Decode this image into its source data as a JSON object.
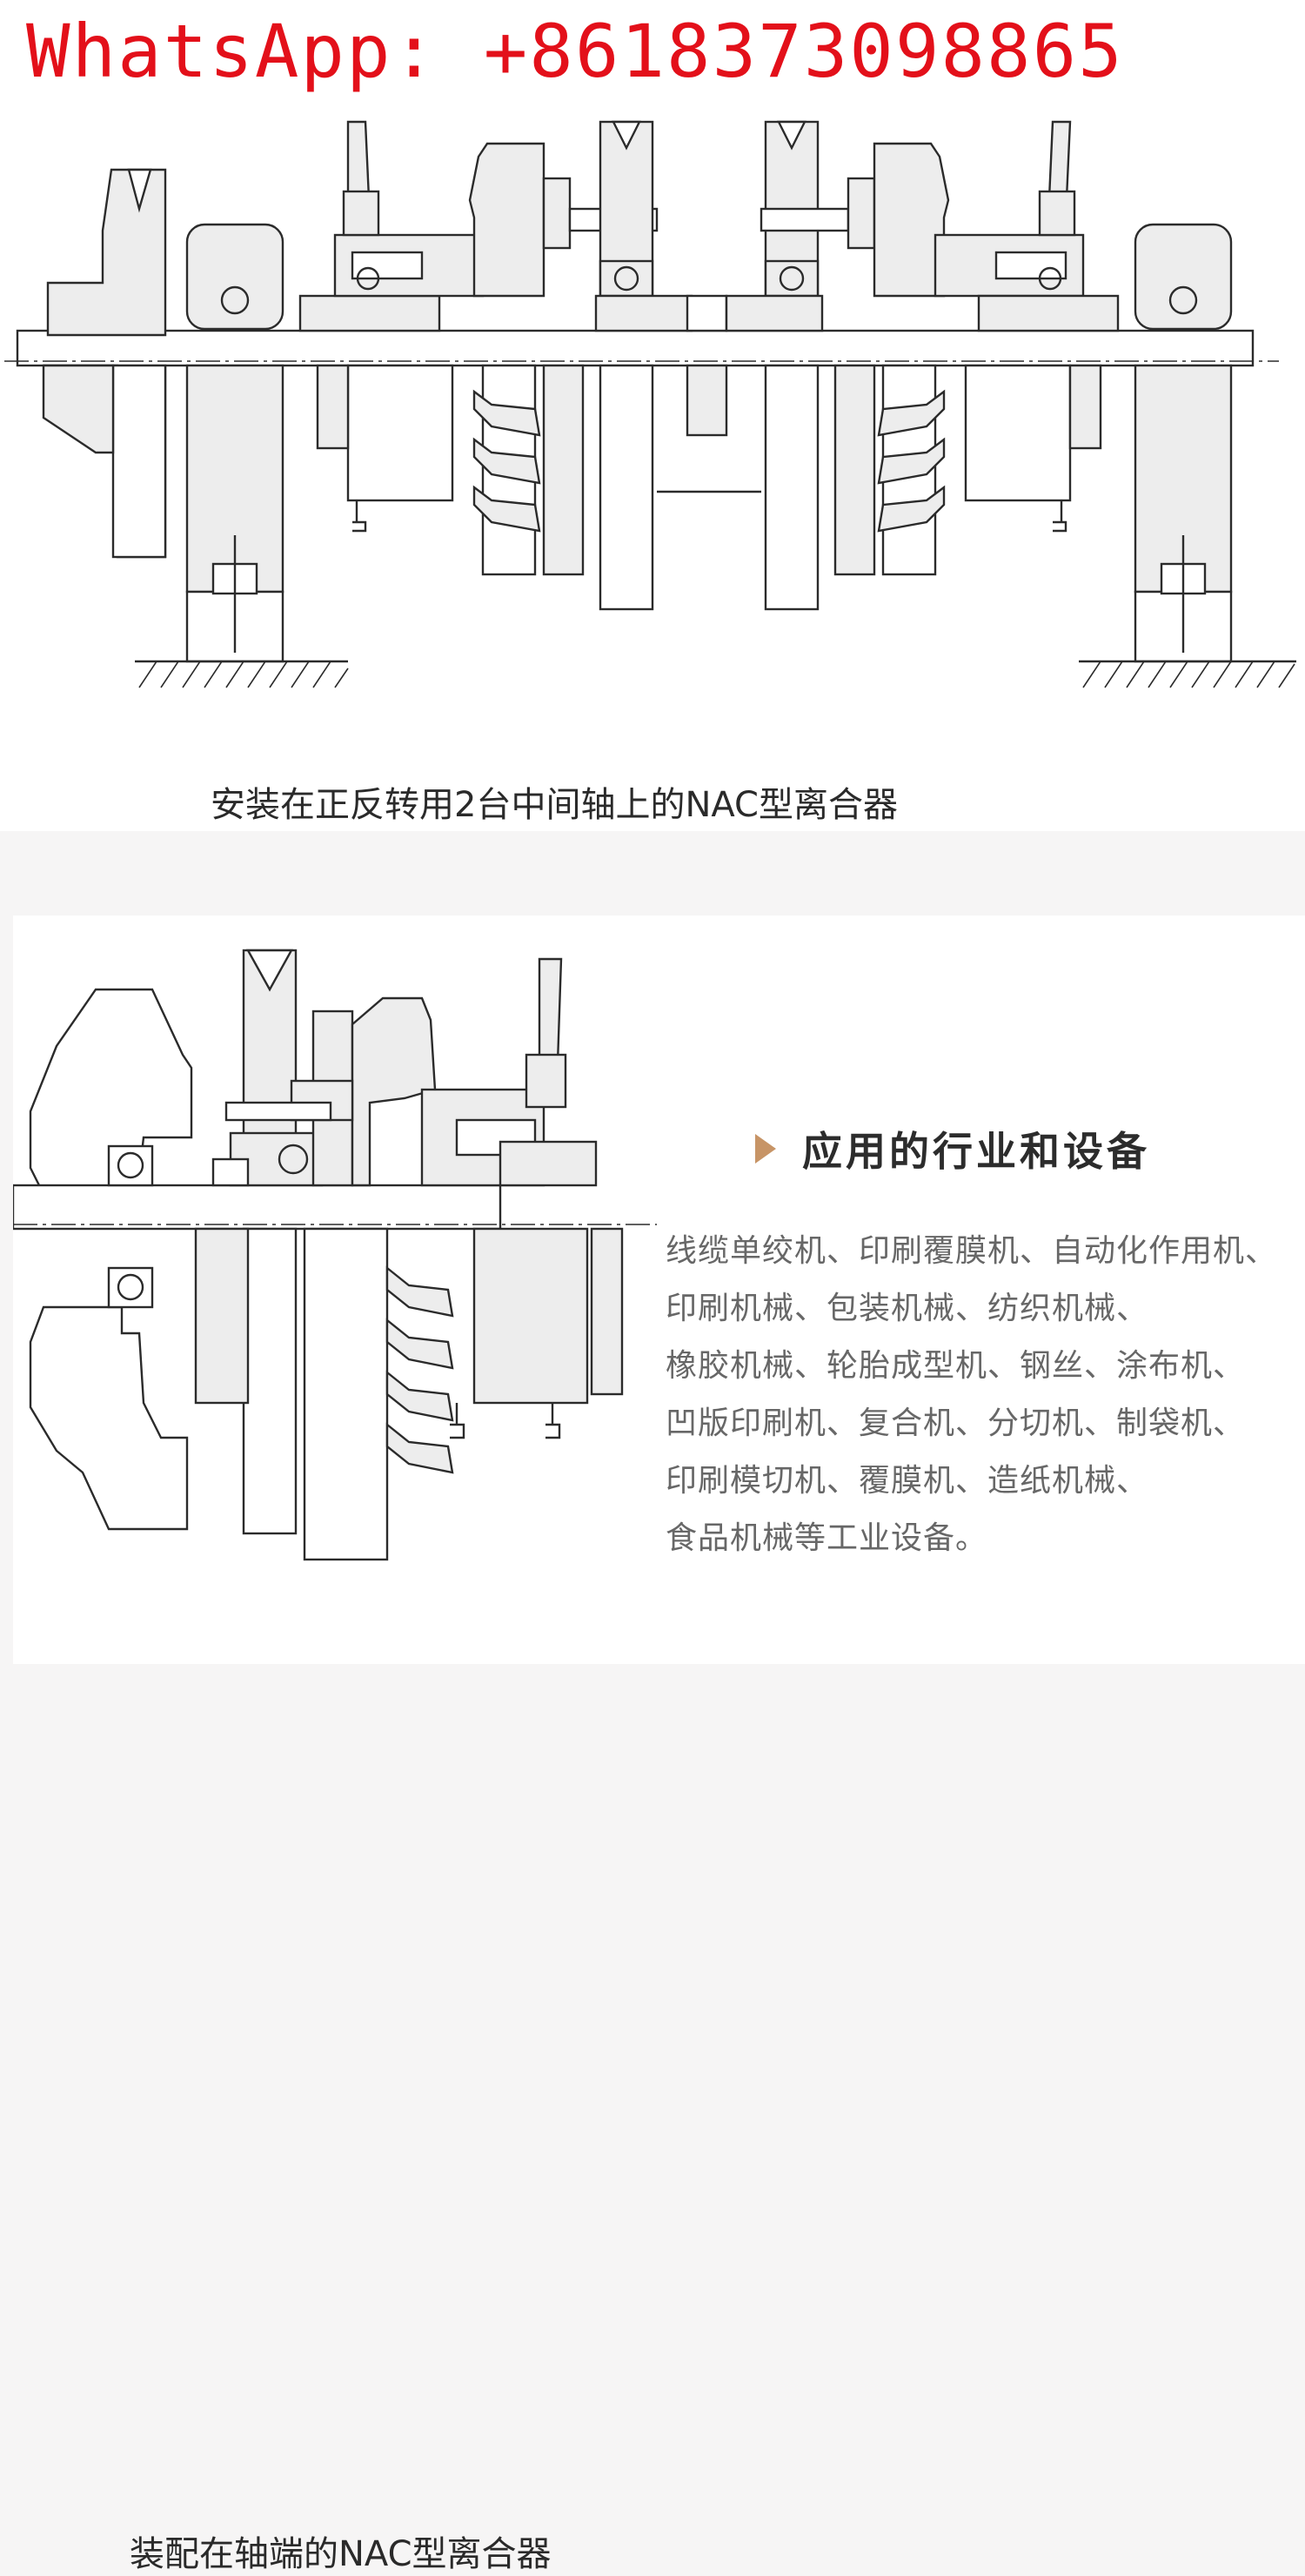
{
  "watermark": {
    "text": "WhatsApp: +8618373098865",
    "color": "#e3101a"
  },
  "diagram_top": {
    "caption": "安装在正反转用2台中间轴上的NAC型离合器"
  },
  "diagram_bottom": {
    "caption": "装配在轴端的NAC型离合器"
  },
  "applications": {
    "title": "应用的行业和设备",
    "accent_color": "#c79466",
    "lines": [
      "线缆单绞机、印刷覆膜机、自动化作用机、",
      "印刷机械、包装机械、纺织机械、",
      "橡胶机械、轮胎成型机、钢丝、涂布机、",
      "凹版印刷机、复合机、分切机、制袋机、",
      "印刷模切机、覆膜机、造纸机械、",
      "食品机械等工业设备。"
    ]
  }
}
